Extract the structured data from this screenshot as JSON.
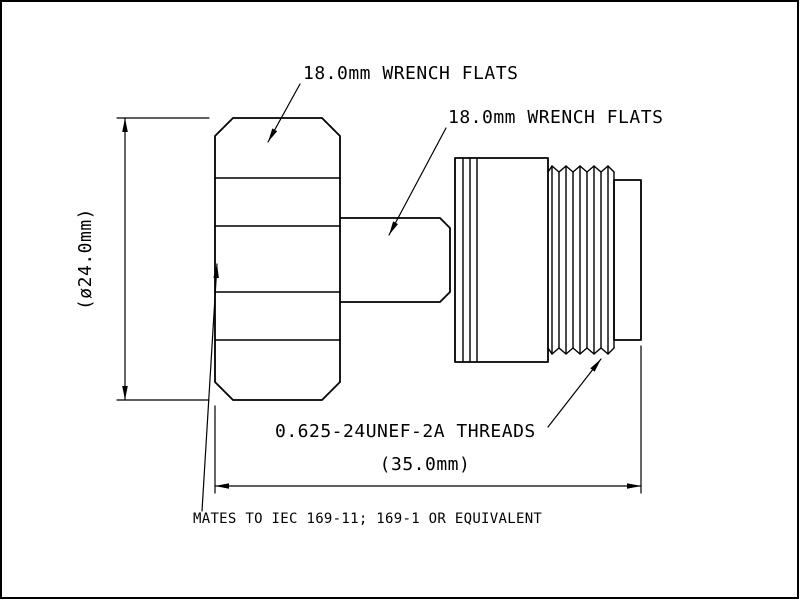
{
  "drawing": {
    "labels": {
      "wrench_flats_top": "18.0mm WRENCH FLATS",
      "wrench_flats_mid": "18.0mm WRENCH FLATS",
      "diameter": "(ø24.0mm)",
      "threads": "0.625-24UNEF-2A THREADS",
      "length": "(35.0mm)",
      "mates_note": "MATES TO IEC 169-11; 169-1 OR EQUIVALENT"
    },
    "colors": {
      "line": "#000000",
      "background": "#ffffff"
    }
  }
}
